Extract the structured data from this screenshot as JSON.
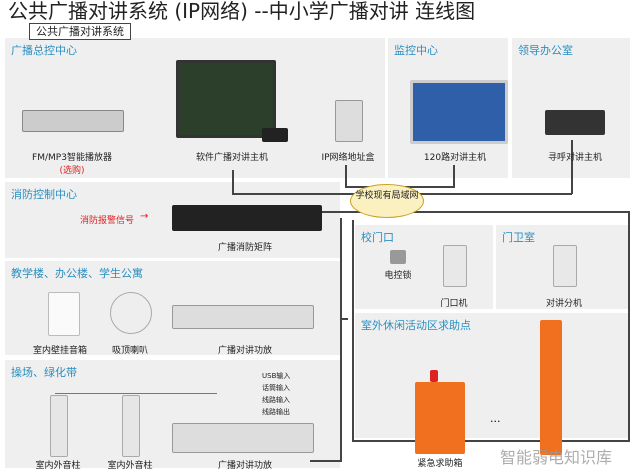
{
  "title": "公共广播对讲系统 (IP网络) --中小学广播对讲 连线图",
  "tooltip": "公共广播对讲系统",
  "sections": {
    "broadcast_center": "广播总控中心",
    "monitor_center": "监控中心",
    "leader_office": "领导办公室",
    "fire_control": "消防控制中心",
    "teaching": "教学楼、办公楼、学生公寓",
    "playground": "操场、绿化带",
    "school_gate": "校门口",
    "guard_room": "门卫室",
    "outdoor_help": "室外休闲活动区求助点"
  },
  "devices": {
    "fm_player": "FM/MP3智能播放器",
    "optional": "(选购)",
    "software_host": "软件广播对讲主机",
    "ip_box": "IP网络地址盒",
    "host_120": "120路对讲主机",
    "paging_host": "寻呼对讲主机",
    "fire_signal": "消防报警信号",
    "fire_matrix": "广播消防矩阵",
    "lan": "学校现有局域网",
    "lock": "电控锁",
    "gate_unit": "门口机",
    "intercom_ext": "对讲分机",
    "wall_speaker": "室内壁挂音箱",
    "ceiling_speaker": "吸顶喇叭",
    "amp1": "广播对讲功放",
    "column1": "室内外音柱",
    "column2": "室内外音柱",
    "amp2": "广播对讲功放",
    "usb_in": "USB输入",
    "mic_in": "话筒输入",
    "line_in": "线路输入",
    "line_out": "线路输出",
    "help_box": "紧急求助箱",
    "ellipsis": "..."
  },
  "watermark": "智能弱电知识库"
}
